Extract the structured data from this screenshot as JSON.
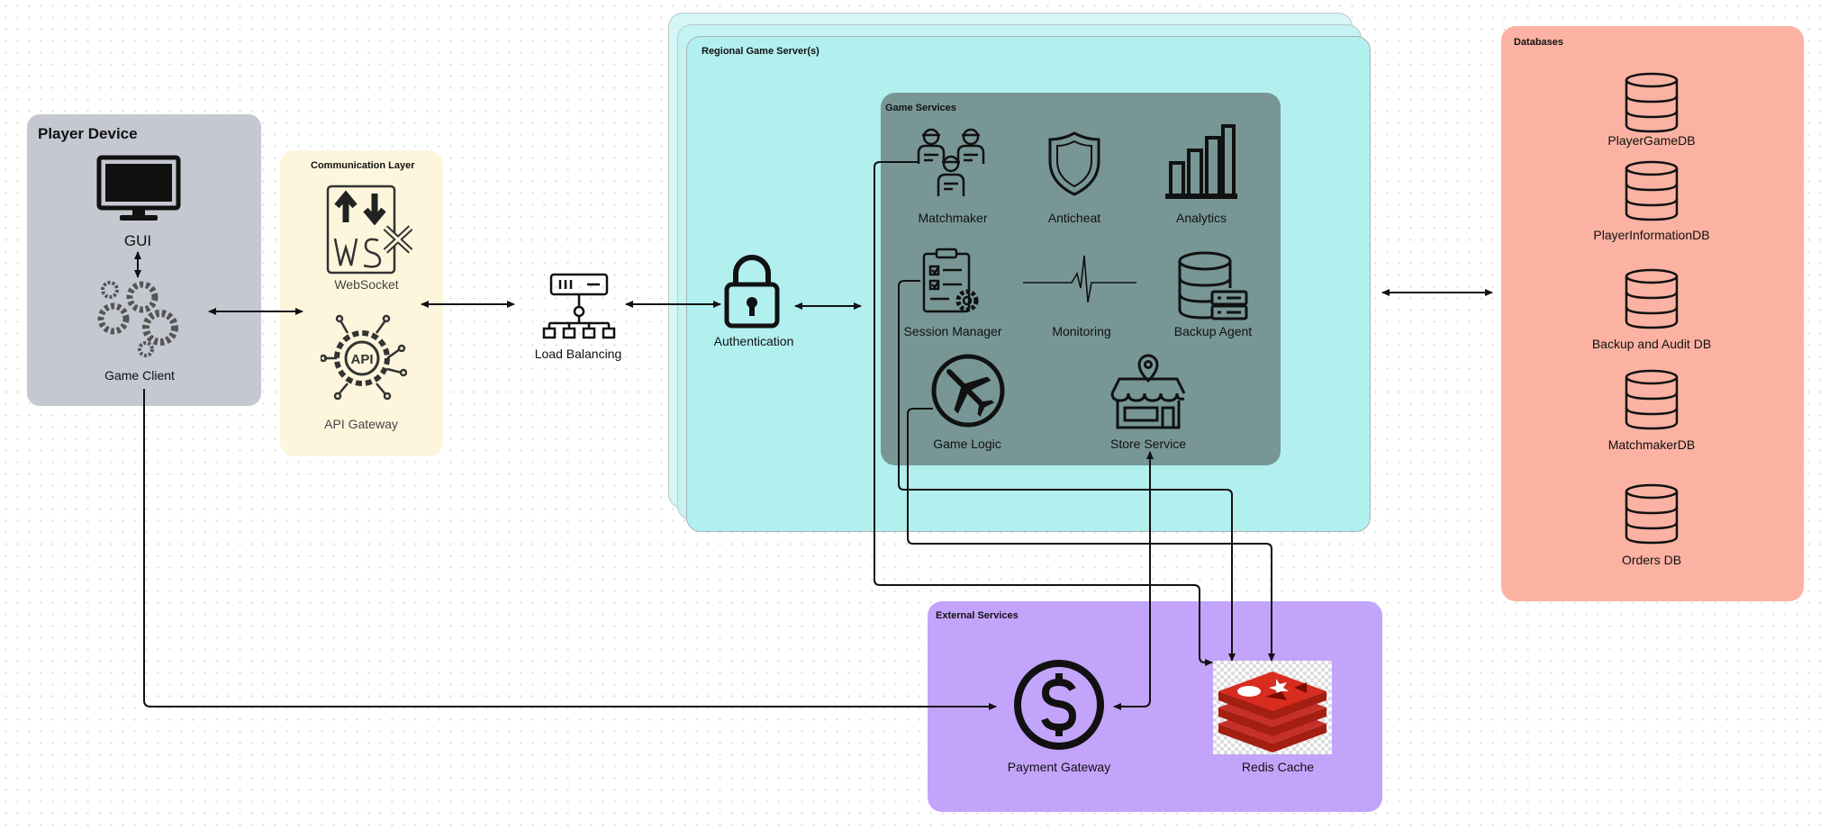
{
  "player_device": {
    "title": "Player Device",
    "gui_label": "GUI",
    "client_label": "Game Client"
  },
  "communication_layer": {
    "title": "Communication Layer",
    "websocket_label": "WebSocket",
    "api_gateway_label": "API Gateway"
  },
  "load_balancing_label": "Load Balancing",
  "authentication_label": "Authentication",
  "regional_server": {
    "title": "Regional Game Server(s)"
  },
  "game_services": {
    "title": "Game Services",
    "items": [
      {
        "label": "Matchmaker",
        "icon": "matchmaker-icon"
      },
      {
        "label": "Anticheat",
        "icon": "shield-icon"
      },
      {
        "label": "Analytics",
        "icon": "bar-chart-icon"
      },
      {
        "label": "Session Manager",
        "icon": "clipboard-gear-icon"
      },
      {
        "label": "Monitoring",
        "icon": "heartbeat-icon"
      },
      {
        "label": "Backup Agent",
        "icon": "database-server-icon"
      },
      {
        "label": "Game Logic",
        "icon": "airplane-icon"
      },
      {
        "label": "Store Service",
        "icon": "store-icon"
      }
    ]
  },
  "external_services": {
    "title": "External Services",
    "payment_label": "Payment Gateway",
    "redis_label": "Redis Cache"
  },
  "databases": {
    "title": "Databases",
    "items": [
      "PlayerGameDB",
      "PlayerInformationDB",
      "Backup and Audit DB",
      "MatchmakerDB",
      "Orders DB"
    ]
  },
  "colors": {
    "player_device_bg": "#c5c8d1",
    "communication_bg": "#fdf6dc",
    "regional_bg": "#b2efef",
    "game_services_bg": "#789696",
    "external_bg": "#c3a4fb",
    "databases_bg": "#fbb2a2",
    "redis_red": "#c6302b"
  }
}
